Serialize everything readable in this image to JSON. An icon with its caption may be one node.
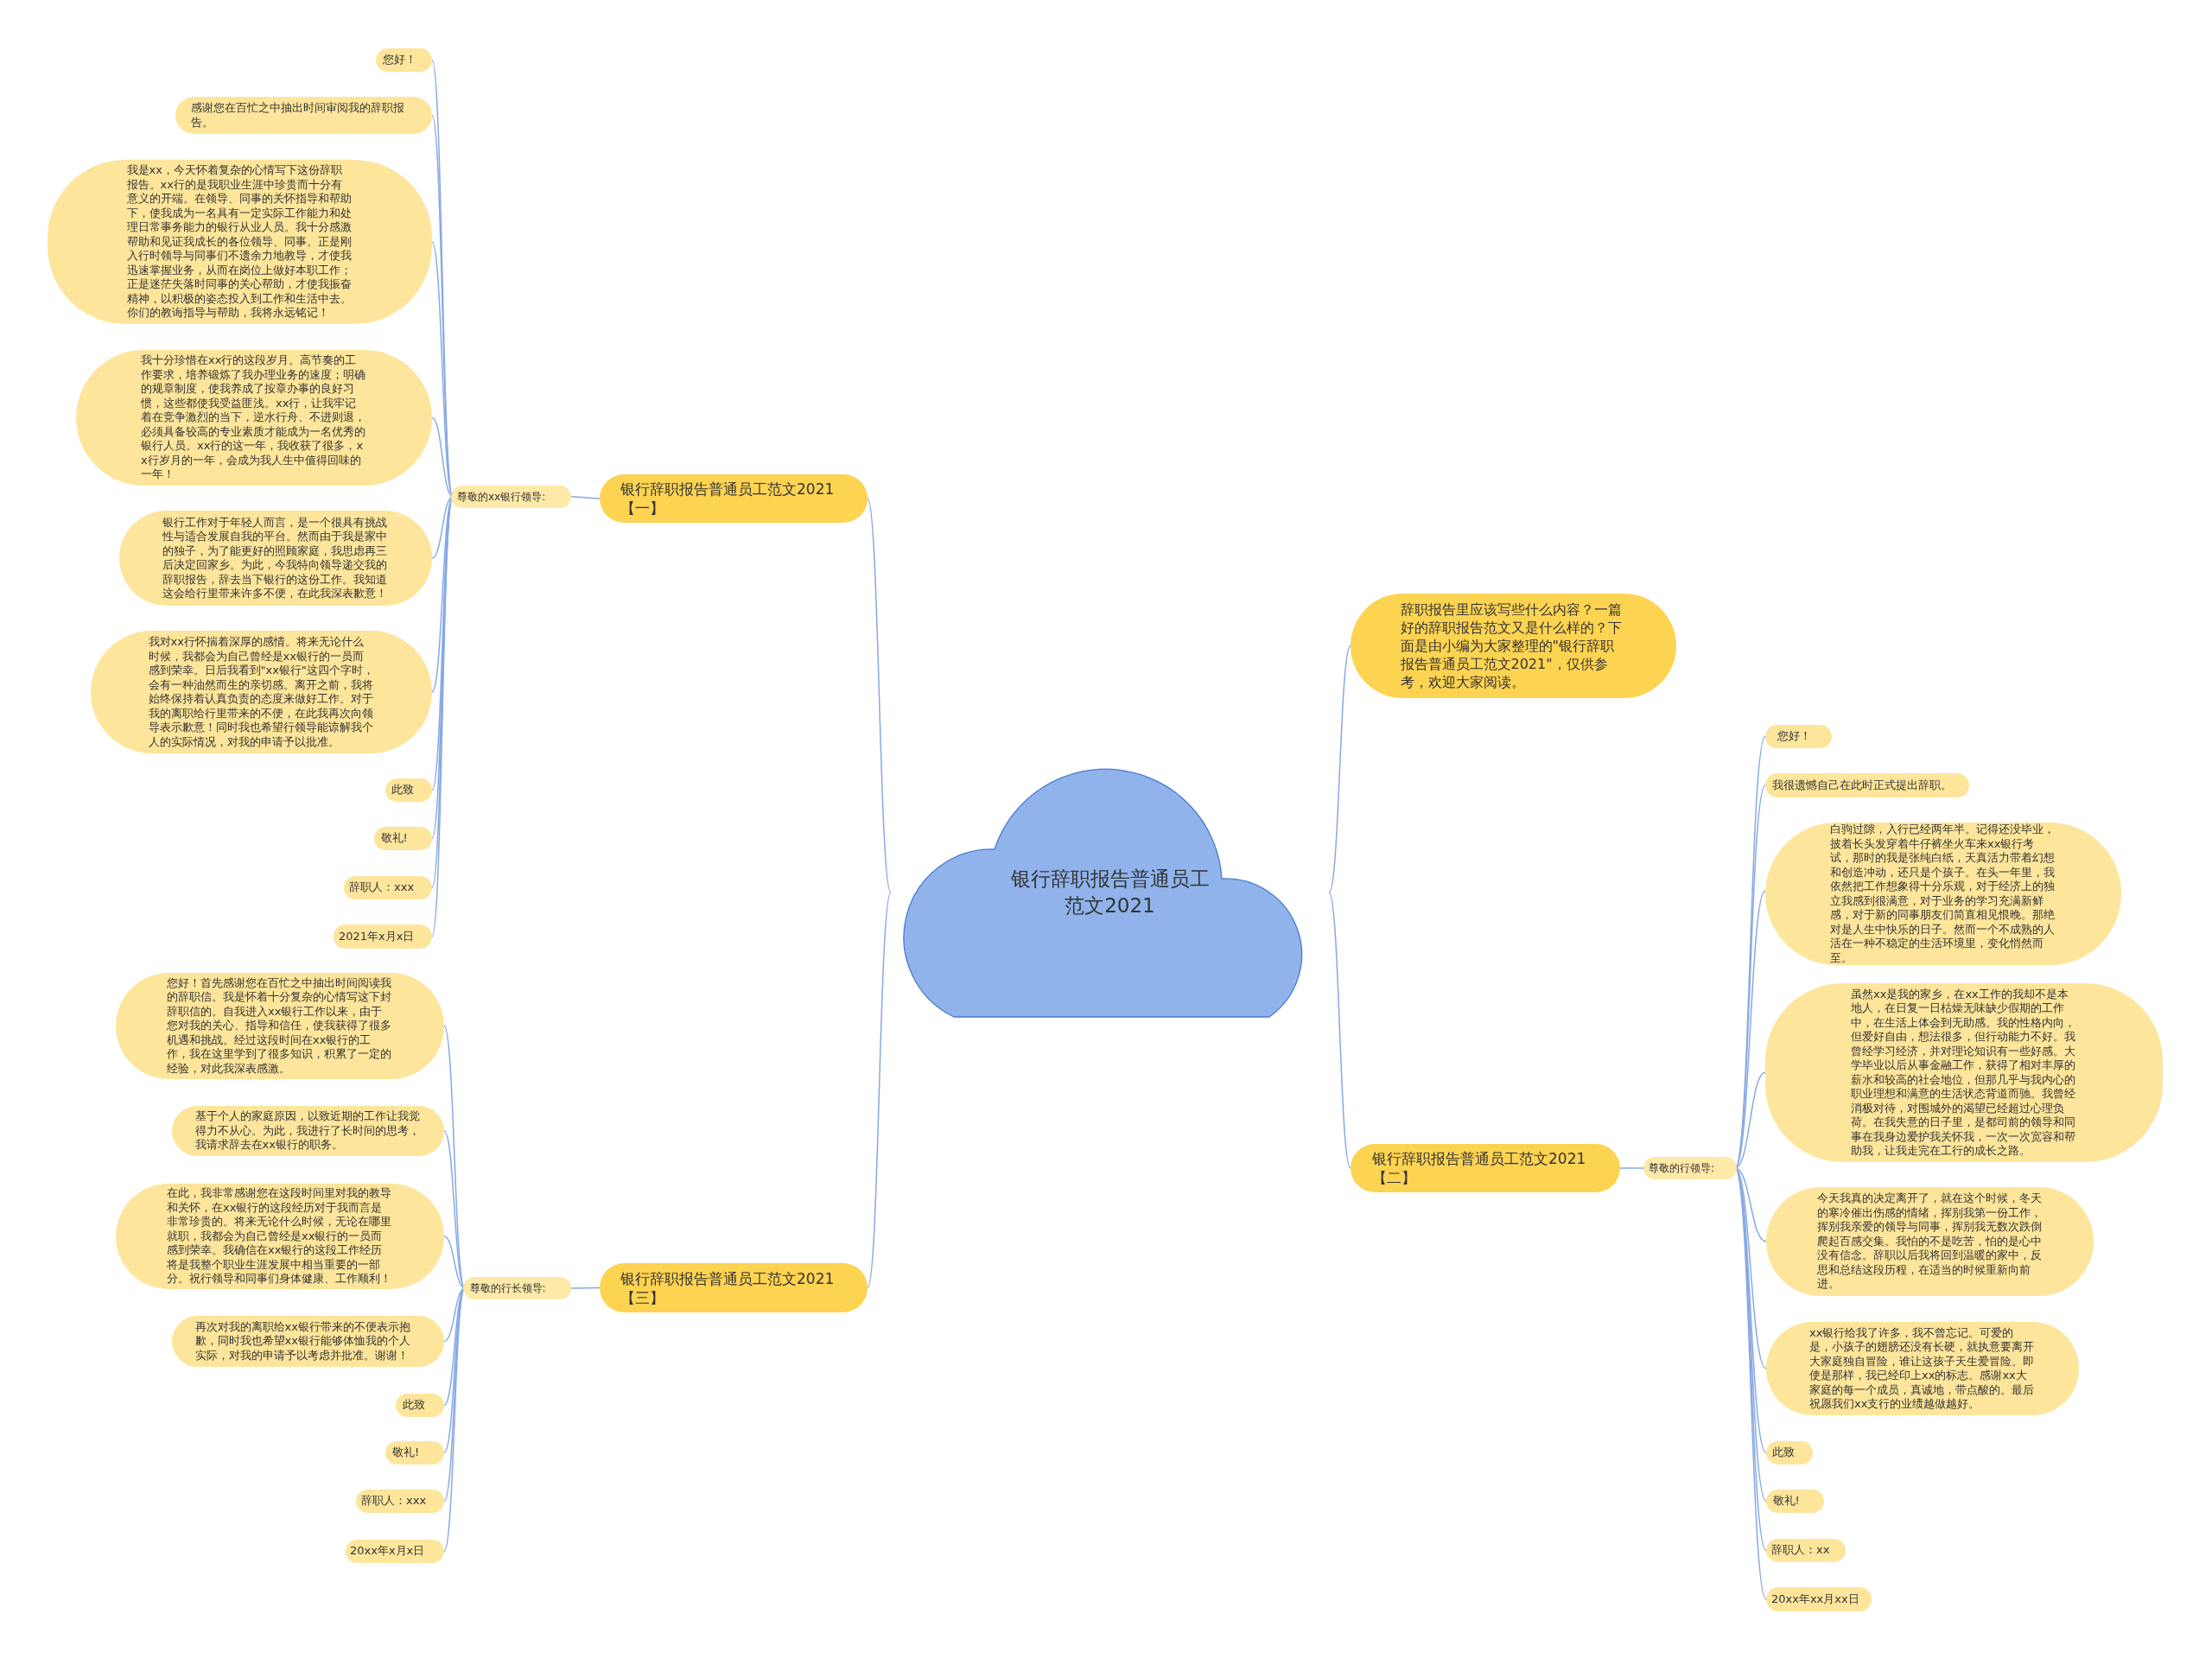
{
  "diagram": {
    "nodes": [
      {
        "text": [
          "银行辞职报告普通员工范文2021"
        ]
      },
      {
        "text": [
          "银行辞职报告普通员工范文2021【一】"
        ]
      },
      {
        "text": [
          "尊敬的xx银行领导:"
        ]
      },
      {
        "text": [
          "您好！"
        ]
      },
      {
        "text": [
          "感谢您在百忙之中抽出时间审阅我的辞职报告。"
        ]
      },
      {
        "text": [
          "我是xx，今天怀着复杂的心情写下这份辞职报告。xx行的是我职业生涯中珍贵而十分有意义的开端。在领导、同事的关怀指导和帮助下，使我成为一名具有一定实际工作能力和处理日常事务能力的银行从业人员。我十分感激帮助和见证我成长的各位领导、同事。正是刚入行时领导与同事们不遗余力地教导，才使我迅速掌握业务，从而在岗位上做好本职工作；正是迷茫失落时同事的关心帮助，才使我振奋精神，以积极的姿态投入到工作和生活中去。你们的教诲指导与帮助，我将永远铭记！"
        ]
      },
      {
        "text": [
          "我十分珍惜在xx行的这段岁月。高节奏的工作要求，培养锻炼了我办理业务的速度；明确的规章制度，使我养成了按章办事的良好习惯，这些都使我受益匪浅。xx行，让我牢记着在竞争激烈的当下，逆水行舟、不进则退，必须具备较高的专业素质才能成为一名优秀的银行人员。xx行的这一年，我收获了很多，xx行岁月的一年，会成为我人生中值得回味的一年！"
        ]
      },
      {
        "text": [
          "银行工作对于年轻人而言，是一个很具有挑战性与适合发展自我的平台。然而由于我是家中的独子，为了能更好的照顾家庭，我思虑再三后决定回家乡。为此，今我特向领导递交我的辞职报告，辞去当下银行的这份工作。我知道这会给行里带来许多不便，在此我深表歉意！"
        ]
      },
      {
        "text": [
          "我对xx行怀揣着深厚的感情。将来无论什么时候，我都会为自己曾经是xx银行的一员而感到荣幸。日后我看到\"xx银行\"这四个字时，会有一种油然而生的亲切感。离开之前，我将始终保持着认真负责的态度来做好工作。对于我的离职给行里带来的不便，在此我再次向领导表示歉意！同时我也希望行领导能谅解我个人的实际情况，对我的申请予以批准。"
        ]
      },
      {
        "text": [
          "此致"
        ]
      },
      {
        "text": [
          "敬礼!"
        ]
      },
      {
        "text": [
          "辞职人：xxx"
        ]
      },
      {
        "text": [
          "2021年x月x日"
        ]
      },
      {
        "text": [
          "辞职报告里应该写些什么内容？一篇好的辞职报告范文又是什么样的？下面是由小编为大家整理的\"银行辞职报告普通员工范文2021\"，仅供参考，欢迎大家阅读。"
        ]
      },
      {
        "text": [
          "银行辞职报告普通员工范文2021【二】"
        ]
      },
      {
        "text": [
          "尊敬的行领导:"
        ]
      },
      {
        "text": [
          "您好！"
        ]
      },
      {
        "text": [
          "我很遗憾自己在此时正式提出辞职。"
        ]
      },
      {
        "text": [
          "白驹过隙，入行已经两年半。记得还没毕业，披着长头发穿着牛仔裤坐火车来xx银行考试，那时的我是张纯白纸，天真活力带着幻想和创造冲动，还只是个孩子。在头一年里，我依然把工作想象得十分乐观，对于经济上的独立我感到很满意，对于业务的学习充满新鲜感，对于新的同事朋友们简直相见恨晚。那绝对是人生中快乐的日子。然而一个不成熟的人活在一种不稳定的生活环境里，变化悄然而至。"
        ]
      },
      {
        "text": [
          "虽然xx是我的家乡，在xx工作的我却不是本地人，在日复一日枯燥无味缺少假期的工作中，在生活上体会到无助感。我的性格内向，但爱好自由，想法很多，但行动能力不好。我曾经学习经济，并对理论知识有一些好感。大学毕业以后从事金融工作，获得了相对丰厚的薪水和较高的社会地位，但那几乎与我内心的职业理想和满意的生活状态背道而驰。我曾经消极对待，对围城外的渴望已经超过心理负荷。在我失意的日子里，是都司前的领导和同事在我身边爱护我关怀我，一次一次宽容和帮助我，让我走完在工行的成长之路。"
        ]
      },
      {
        "text": [
          "今天我真的决定离开了，就在这个时候，冬天的寒冷催出伤感的情绪，挥别我第一份工作，挥别我亲爱的领导与同事，挥别我无数次跌倒爬起百感交集。我怕的不是吃苦，怕的是心中没有信念。辞职以后我将回到温暖的家中，反思和总结这段历程，在适当的时候重新向前进。"
        ]
      },
      {
        "text": [
          "xx银行给我了许多，我不曾忘记。可爱的是，小孩子的翅膀还没有长硬，就执意要离开大家庭独自冒险，谁让这孩子天生爱冒险。即使是那样，我已经印上xx的标志。感谢xx大家庭的每一个成员，真诚地，带点酸的。最后祝愿我们xx支行的业绩越做越好。"
        ]
      },
      {
        "text": [
          "此致"
        ]
      },
      {
        "text": [
          "敬礼!"
        ]
      },
      {
        "text": [
          "辞职人：xx"
        ]
      },
      {
        "text": [
          "20xx年xx月xx日"
        ]
      },
      {
        "text": [
          "银行辞职报告普通员工范文2021【三】"
        ]
      },
      {
        "text": [
          "尊敬的行长领导:"
        ]
      },
      {
        "text": [
          "您好！首先感谢您在百忙之中抽出时间阅读我的辞职信。我是怀着十分复杂的心情写这下封辞职信的。自我进入xx银行工作以来，由于您对我的关心、指导和信任，使我获得了很多机遇和挑战。经过这段时间在xx银行的工作，我在这里学到了很多知识，积累了一定的经验，对此我深表感激。"
        ]
      },
      {
        "text": [
          "基于个人的家庭原因，以致近期的工作让我觉得力不从心。为此，我进行了长时间的思考，我请求辞去在xx银行的职务。"
        ]
      },
      {
        "text": [
          "在此，我非常感谢您在这段时间里对我的教导和关怀，在xx银行的这段经历对于我而言是非常珍贵的。将来无论什么时候，无论在哪里就职，我都会为自己曾经是xx银行的一员而感到荣幸。我确信在xx银行的这段工作经历将是我整个职业生涯发展中相当重要的一部分。祝行领导和同事们身体健康、工作顺利！"
        ]
      },
      {
        "text": [
          "再次对我的离职给xx银行带来的不便表示抱歉，同时我也希望xx银行能够体恤我的个人实际，对我的申请予以考虑并批准。谢谢！"
        ]
      },
      {
        "text": [
          "此致"
        ]
      },
      {
        "text": [
          "敬礼!"
        ]
      },
      {
        "text": [
          "辞职人：xxx"
        ]
      },
      {
        "text": [
          "20xx年x月x日"
        ]
      }
    ],
    "edges": [
      {
        "from": 0,
        "to": 1,
        "arrow": "none"
      },
      {
        "from": 1,
        "to": 2,
        "arrow": "none"
      },
      {
        "from": 2,
        "to": 3,
        "arrow": "none"
      },
      {
        "from": 2,
        "to": 4,
        "arrow": "none"
      },
      {
        "from": 2,
        "to": 5,
        "arrow": "none"
      },
      {
        "from": 2,
        "to": 6,
        "arrow": "none"
      },
      {
        "from": 2,
        "to": 7,
        "arrow": "none"
      },
      {
        "from": 2,
        "to": 8,
        "arrow": "none"
      },
      {
        "from": 2,
        "to": 9,
        "arrow": "none"
      },
      {
        "from": 2,
        "to": 10,
        "arrow": "none"
      },
      {
        "from": 2,
        "to": 11,
        "arrow": "none"
      },
      {
        "from": 2,
        "to": 12,
        "arrow": "none"
      },
      {
        "from": 0,
        "to": 13,
        "arrow": "none"
      },
      {
        "from": 0,
        "to": 14,
        "arrow": "none"
      },
      {
        "from": 14,
        "to": 15,
        "arrow": "none"
      },
      {
        "from": 15,
        "to": 16,
        "arrow": "none"
      },
      {
        "from": 15,
        "to": 17,
        "arrow": "none"
      },
      {
        "from": 15,
        "to": 18,
        "arrow": "none"
      },
      {
        "from": 15,
        "to": 19,
        "arrow": "none"
      },
      {
        "from": 15,
        "to": 20,
        "arrow": "none"
      },
      {
        "from": 15,
        "to": 21,
        "arrow": "none"
      },
      {
        "from": 15,
        "to": 22,
        "arrow": "none"
      },
      {
        "from": 15,
        "to": 23,
        "arrow": "none"
      },
      {
        "from": 15,
        "to": 24,
        "arrow": "none"
      },
      {
        "from": 15,
        "to": 25,
        "arrow": "none"
      },
      {
        "from": 0,
        "to": 26,
        "arrow": "none"
      },
      {
        "from": 26,
        "to": 27,
        "arrow": "none"
      },
      {
        "from": 27,
        "to": 28,
        "arrow": "none"
      },
      {
        "from": 27,
        "to": 29,
        "arrow": "none"
      },
      {
        "from": 27,
        "to": 30,
        "arrow": "none"
      },
      {
        "from": 27,
        "to": 31,
        "arrow": "none"
      },
      {
        "from": 27,
        "to": 32,
        "arrow": "none"
      },
      {
        "from": 27,
        "to": 33,
        "arrow": "none"
      },
      {
        "from": 27,
        "to": 34,
        "arrow": "none"
      },
      {
        "from": 27,
        "to": 35,
        "arrow": "none"
      }
    ]
  }
}
